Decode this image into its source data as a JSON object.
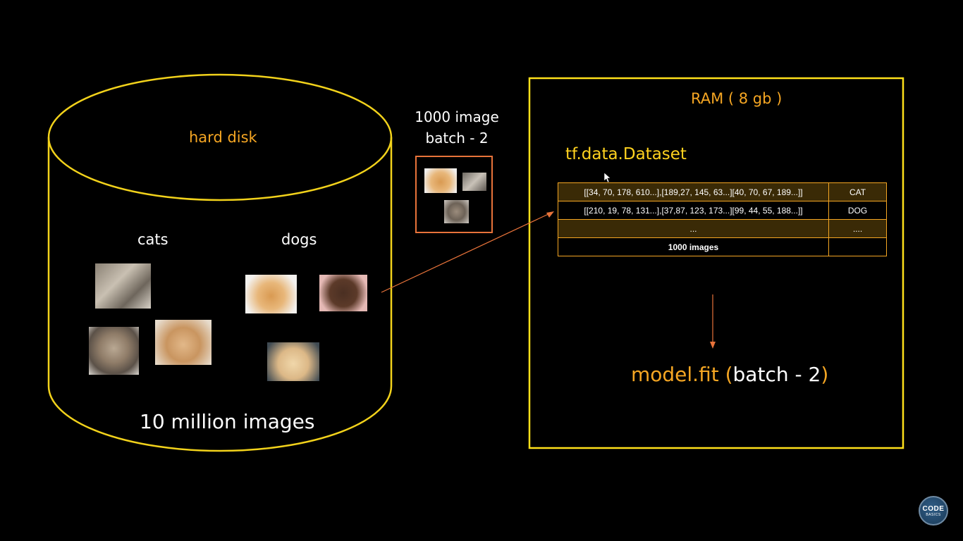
{
  "hard_disk": {
    "label": "hard disk",
    "cats_label": "cats",
    "dogs_label": "dogs",
    "count_label": "10 million images"
  },
  "batch": {
    "line1": "1000 image",
    "line2": "batch - 2"
  },
  "ram": {
    "title": "RAM ( 8 gb )",
    "dataset_label": "tf.data.Dataset",
    "table": {
      "rows": [
        {
          "data": "[[34, 70, 178, 610...],[189,27, 145, 63...][40, 70, 67, 189...]]",
          "label": "CAT"
        },
        {
          "data": "[[210, 19, 78, 131...],[37,87, 123, 173...][99, 44, 55, 188...]]",
          "label": "DOG"
        },
        {
          "data": "...",
          "label": "...."
        },
        {
          "data": "1000 images",
          "label": ""
        }
      ]
    },
    "fit": {
      "part1": "model.fit (",
      "part2": "batch - 2",
      "part3": ")"
    }
  },
  "logo": {
    "line1": "CODE",
    "line2": "BASICS"
  },
  "colors": {
    "yellow": "#ffd21f",
    "orange": "#f5a623",
    "batch_border": "#e8733a"
  }
}
